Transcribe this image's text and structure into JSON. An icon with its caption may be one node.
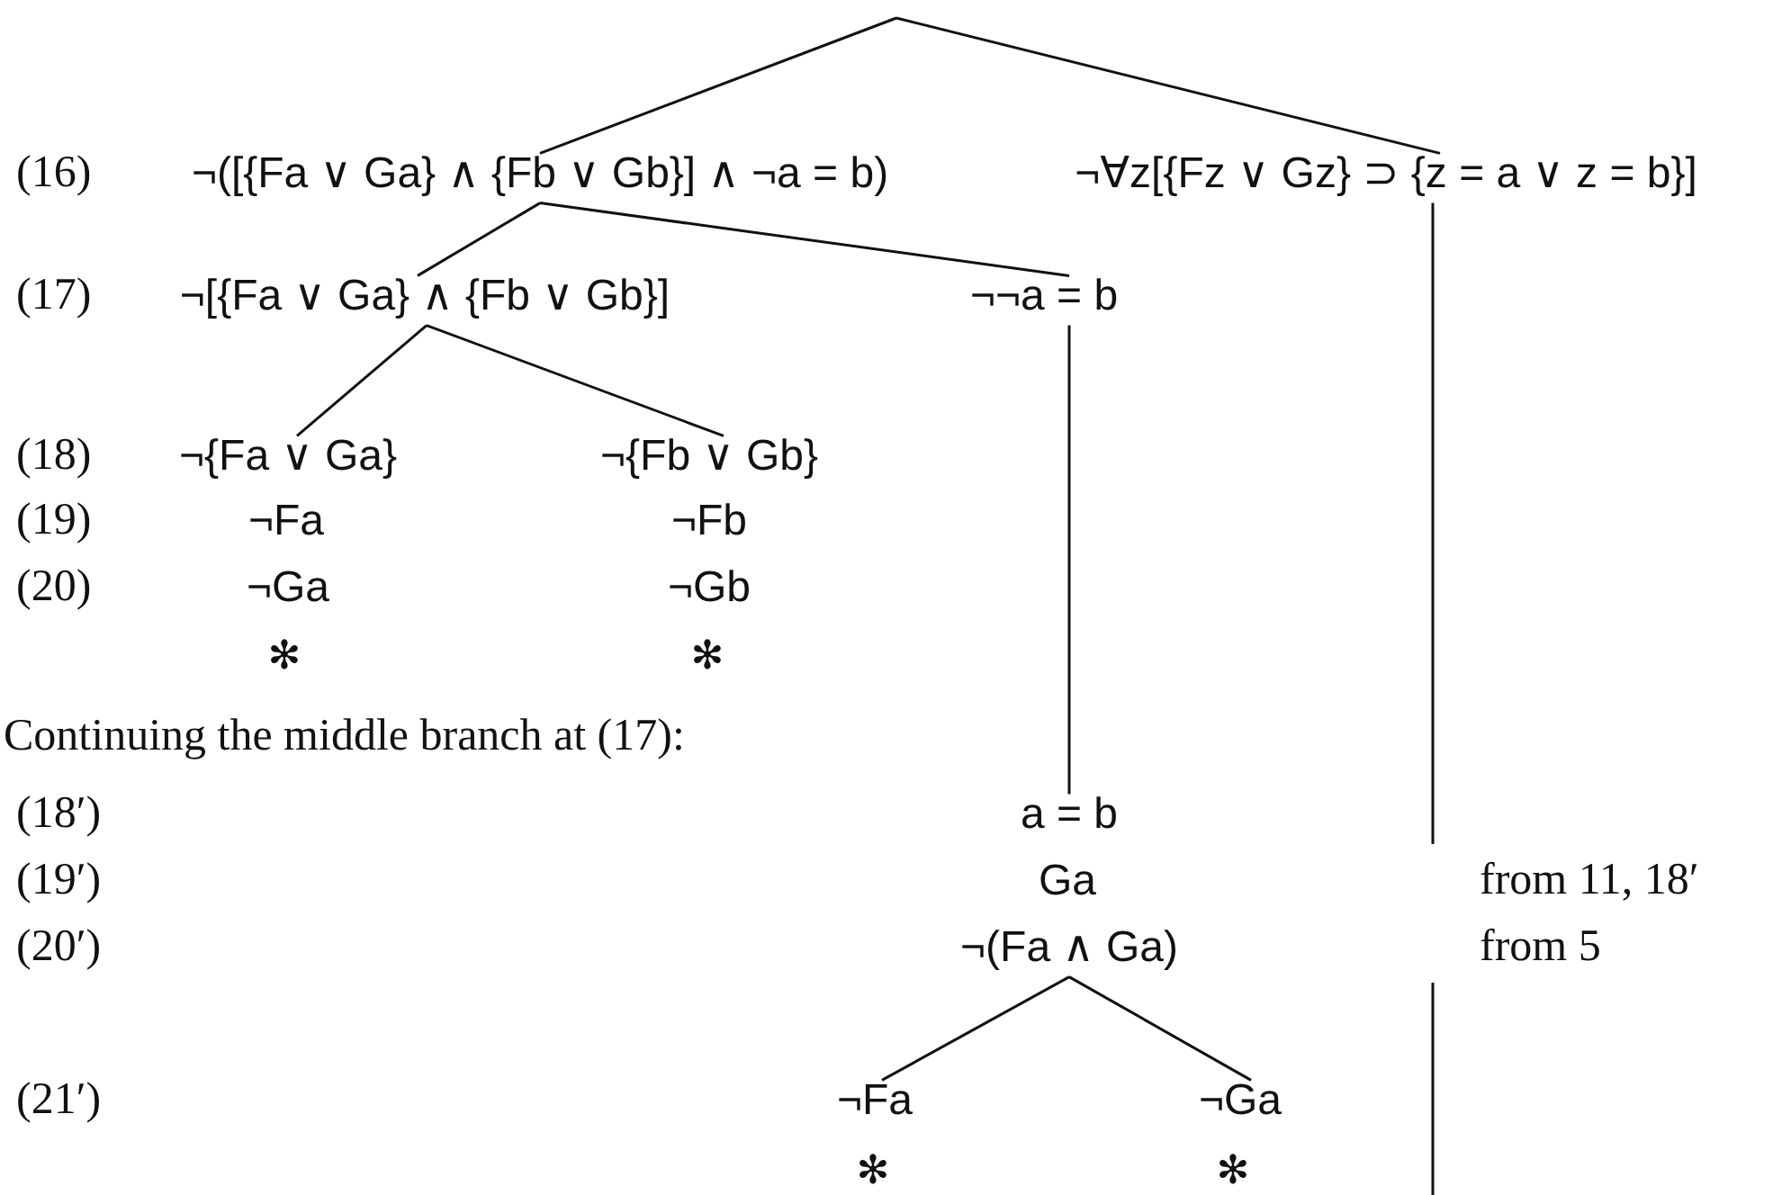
{
  "diagram": {
    "nodes": [
      {
        "text": [
          "¬([{Fa ∨ Ga} ∧ {Fb ∨ Gb}] ∧ ¬a = b)"
        ]
      },
      {
        "text": [
          "¬∀z[{Fz ∨ Gz} ⊃ {z = a ∨ z = b}]"
        ]
      },
      {
        "text": [
          "¬[{Fa ∨ Ga} ∧ {Fb ∨ Gb}]"
        ]
      },
      {
        "text": [
          "¬¬a = b"
        ]
      },
      {
        "text": [
          "¬{Fa ∨ Ga}"
        ]
      },
      {
        "text": [
          "¬Fa"
        ]
      },
      {
        "text": [
          "¬Ga"
        ]
      },
      {
        "text": [
          "✻"
        ]
      },
      {
        "text": [
          "¬{Fb ∨ Gb}"
        ]
      },
      {
        "text": [
          "¬Fb"
        ]
      },
      {
        "text": [
          "¬Gb"
        ]
      },
      {
        "text": [
          "✻"
        ]
      },
      {
        "text": [
          "a = b"
        ]
      },
      {
        "text": [
          "Ga"
        ]
      },
      {
        "text": [
          "¬(Fa ∧ Ga)"
        ]
      },
      {
        "text": [
          "¬Fa"
        ]
      },
      {
        "text": [
          "✻"
        ]
      },
      {
        "text": [
          "¬Ga"
        ]
      },
      {
        "text": [
          "✻"
        ]
      }
    ],
    "edges": [
      {
        "from": null,
        "to": 0,
        "arrow": "none"
      },
      {
        "from": null,
        "to": 1,
        "arrow": "none"
      },
      {
        "from": 0,
        "to": 2,
        "arrow": "none"
      },
      {
        "from": 0,
        "to": 3,
        "arrow": "none"
      },
      {
        "from": 2,
        "to": 4,
        "arrow": "none"
      },
      {
        "from": 2,
        "to": 8,
        "arrow": "none"
      },
      {
        "from": 3,
        "to": 12,
        "arrow": "none"
      },
      {
        "from": 1,
        "to": null,
        "arrow": "none"
      },
      {
        "from": 14,
        "to": 15,
        "arrow": "none"
      },
      {
        "from": 14,
        "to": 17,
        "arrow": "none"
      }
    ],
    "labels": [
      "(16)",
      "(17)",
      "(18)",
      "(19)",
      "(20)",
      "Continuing the middle branch at (17):",
      "(18′)",
      "(19′)",
      "from 11, 18′",
      "(20′)",
      "from 5",
      "(21′)"
    ]
  }
}
